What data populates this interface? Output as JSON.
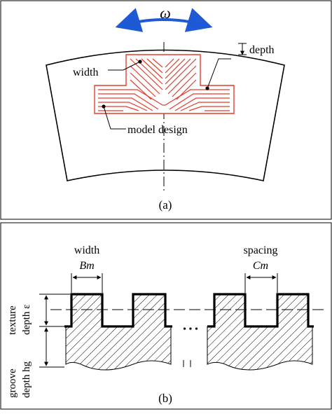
{
  "panel_a": {
    "omega_label": "ω",
    "depth_label": "depth",
    "width_label": "width",
    "model_design_label": "model design",
    "caption": "(a)",
    "colors": {
      "pattern": "#e63c2c",
      "arrow": "#1f5ad6",
      "outline": "#000000"
    }
  },
  "panel_b": {
    "width_label": "width",
    "width_symbol": "Bm",
    "spacing_label": "spacing",
    "spacing_symbol": "Cm",
    "texture_depth_label": "texture",
    "texture_depth_symbol": "depth ε",
    "groove_depth_label": "groove",
    "groove_depth_symbol": "depth hg",
    "ellipsis": "• • •",
    "caption": "(b)"
  }
}
